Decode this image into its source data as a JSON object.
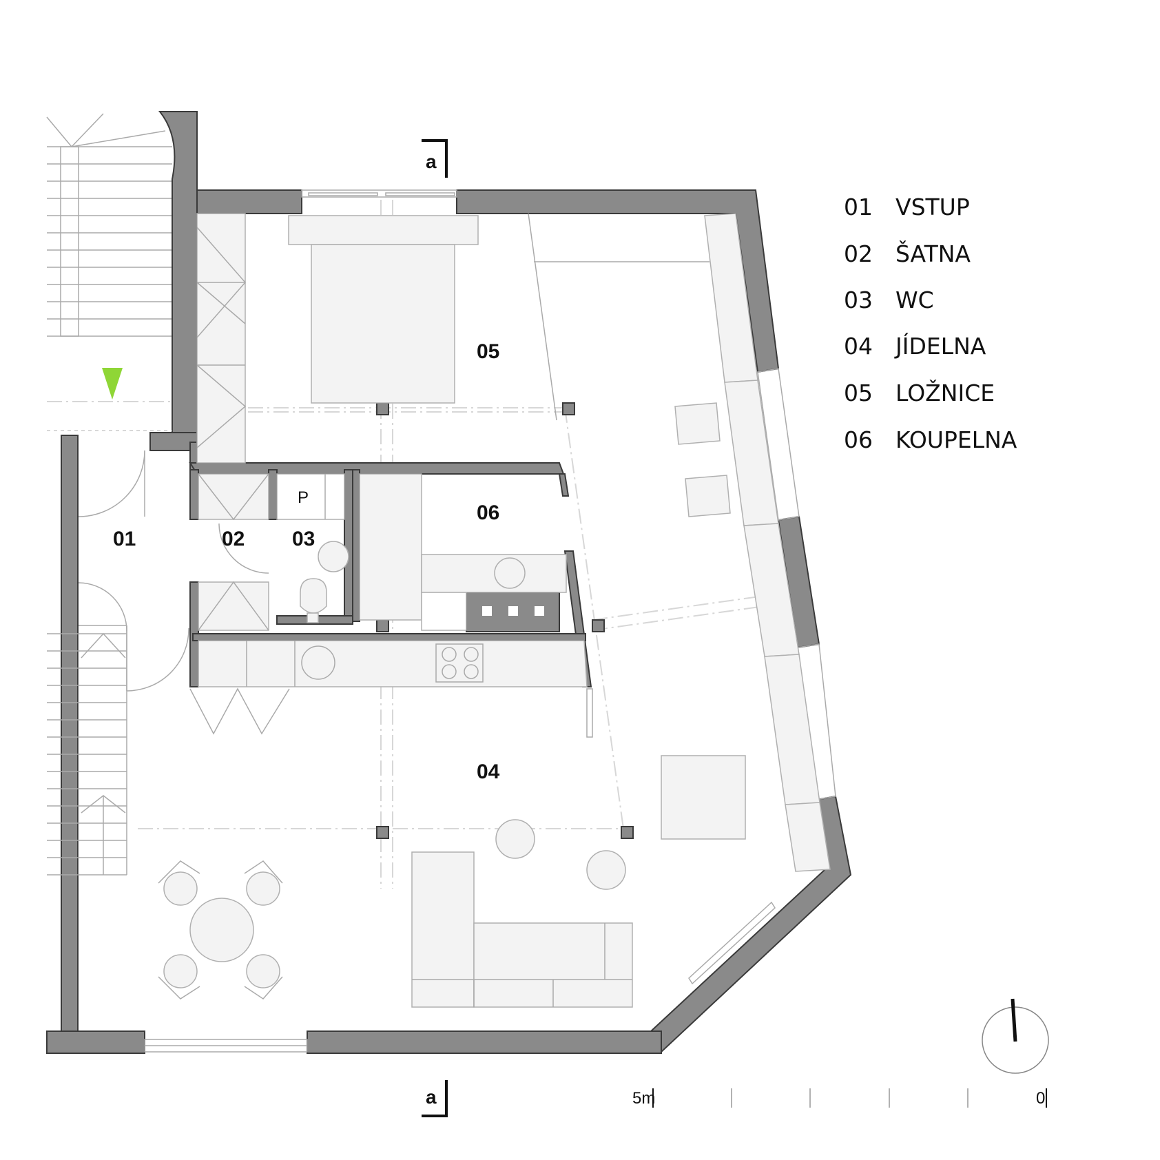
{
  "rooms": {
    "r01": "01",
    "r02": "02",
    "r03": "03",
    "r04": "04",
    "r05": "05",
    "r06": "06"
  },
  "legend": [
    {
      "num": "01",
      "name": "VSTUP"
    },
    {
      "num": "02",
      "name": "ŠATNA"
    },
    {
      "num": "03",
      "name": "WC"
    },
    {
      "num": "04",
      "name": "JÍDELNA"
    },
    {
      "num": "05",
      "name": "LOŽNICE"
    },
    {
      "num": "06",
      "name": "KOUPELNA"
    }
  ],
  "section_marker": "a",
  "wc_label": "P",
  "scale_bar": {
    "start_label": "5m",
    "end_label": "0"
  },
  "colors": {
    "wall": "#8a8a8a",
    "entry_arrow": "#8fd636",
    "furniture": "#f3f3f3"
  },
  "icons": {
    "entry": "entry-arrow-icon",
    "north": "north-arrow-icon"
  }
}
